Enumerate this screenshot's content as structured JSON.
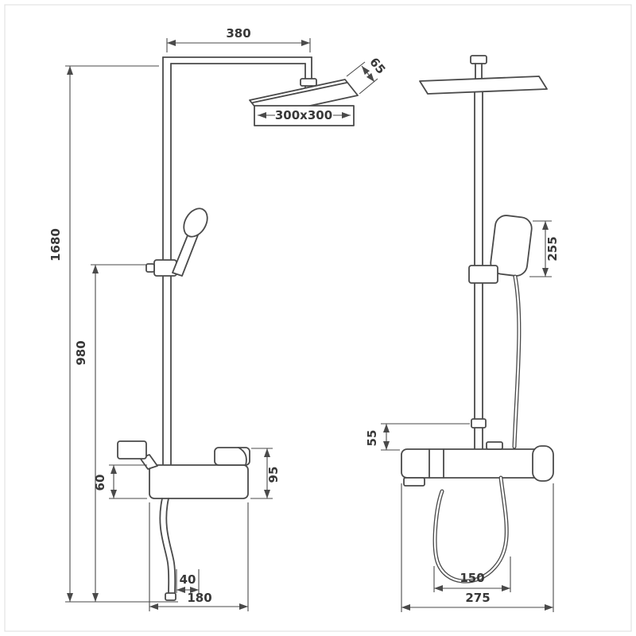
{
  "colors": {
    "line": "#4a4a4a",
    "text": "#383838",
    "background": "#ffffff",
    "frame": "#dcdcdc"
  },
  "front_view": {
    "dims": {
      "arm_width": "380",
      "head_thickness": "65",
      "head_size": "300x300",
      "total_height": "1680",
      "handset_height": "980",
      "body_height": "60",
      "spout_height": "95",
      "hose_offset": "40",
      "body_width": "180"
    }
  },
  "side_view": {
    "dims": {
      "handset_length": "255",
      "shelf_rise": "55",
      "hose_loop_width": "150",
      "shelf_width": "275"
    }
  }
}
